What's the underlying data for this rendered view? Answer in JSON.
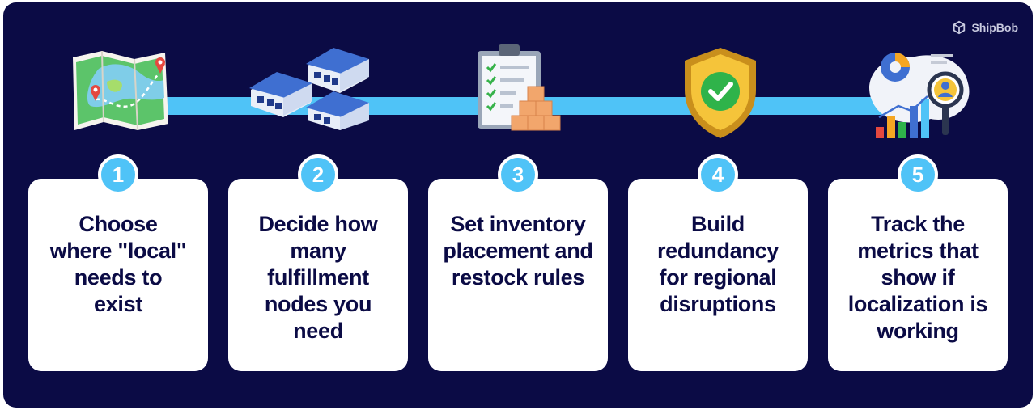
{
  "brand": {
    "name": "ShipBob"
  },
  "colors": {
    "background": "#0b0b45",
    "accent": "#4fc3f7",
    "card": "#ffffff",
    "text": "#0b0b45"
  },
  "steps": [
    {
      "number": "1",
      "text": "Choose where \"local\" needs to exist",
      "icon": "map-icon"
    },
    {
      "number": "2",
      "text": "Decide how many fulfillment nodes you need",
      "icon": "warehouses-icon"
    },
    {
      "number": "3",
      "text": "Set inventory placement and restock rules",
      "icon": "clipboard-boxes-icon"
    },
    {
      "number": "4",
      "text": "Build redundancy for regional disruptions",
      "icon": "shield-check-icon"
    },
    {
      "number": "5",
      "text": "Track the metrics that show if localization is working",
      "icon": "analytics-icon"
    }
  ]
}
